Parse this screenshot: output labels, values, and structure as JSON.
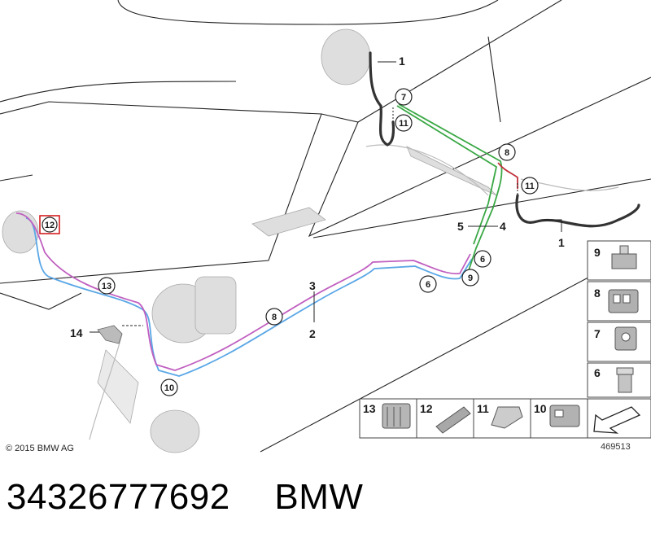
{
  "callouts": {
    "c1a": "1",
    "c1b": "1",
    "c2": "2",
    "c3": "3",
    "c4": "4",
    "c5": "5",
    "c6a": "6",
    "c6b": "6",
    "c7": "7",
    "c8a": "8",
    "c8b": "8",
    "c9": "9",
    "c10": "10",
    "c11a": "11",
    "c11b": "11",
    "c12": "12",
    "c13": "13",
    "c14": "14"
  },
  "parts_panel": {
    "side": [
      {
        "label": "9",
        "icon": "clip-9-icon"
      },
      {
        "label": "8",
        "icon": "clip-8-icon"
      },
      {
        "label": "7",
        "icon": "clip-7-icon"
      },
      {
        "label": "6",
        "icon": "nut-icon"
      }
    ],
    "bottom": [
      {
        "label": "13",
        "icon": "clip-13-icon"
      },
      {
        "label": "12",
        "icon": "clip-12-icon"
      },
      {
        "label": "11",
        "icon": "bracket-11-icon"
      },
      {
        "label": "10",
        "icon": "clip-10-icon"
      }
    ]
  },
  "copyright": "© 2015 BMW AG",
  "diagram_number": "469513",
  "caption": {
    "part_number": "34326777692",
    "brand": "BMW"
  },
  "colors": {
    "blue_line": "#5aa7e6",
    "purple_line": "#c05fc0",
    "green_line": "#3aa845",
    "red_line": "#c0303a",
    "highlight": "#d42020"
  }
}
